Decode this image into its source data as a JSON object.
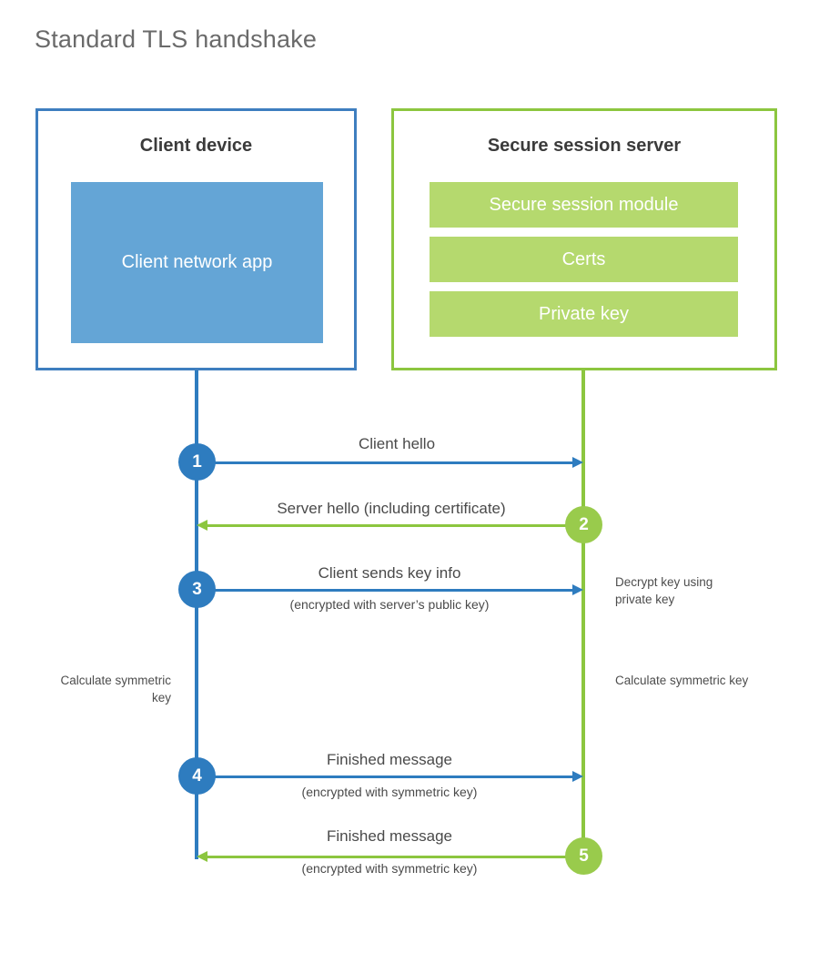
{
  "title": "Standard TLS handshake",
  "colors": {
    "client_border": "#3E7EBF",
    "client_fill": "#64A5D6",
    "server_border": "#8CC63F",
    "server_fill": "#B5D96E",
    "client_accent": "#2E7CBF",
    "server_accent": "#99CB4C",
    "text": "#4a4a4a",
    "title_text": "#6a6a6a"
  },
  "client": {
    "title": "Client device",
    "app_label": "Client network app"
  },
  "server": {
    "title": "Secure session server",
    "modules": [
      {
        "label": "Secure session module"
      },
      {
        "label": "Certs"
      },
      {
        "label": "Private key"
      }
    ]
  },
  "steps": [
    {
      "number": "1",
      "label": "Client hello",
      "sublabel": "",
      "direction": "client-to-server",
      "color": "blue"
    },
    {
      "number": "2",
      "label": "Server hello (including certificate)",
      "sublabel": "",
      "direction": "server-to-client",
      "color": "green"
    },
    {
      "number": "3",
      "label": "Client sends key info",
      "sublabel": "(encrypted with server’s public key)",
      "direction": "client-to-server",
      "color": "blue"
    },
    {
      "number": "4",
      "label": "Finished message",
      "sublabel": "(encrypted with symmetric key)",
      "direction": "client-to-server",
      "color": "blue"
    },
    {
      "number": "5",
      "label": "Finished message",
      "sublabel": "(encrypted with symmetric key)",
      "direction": "server-to-client",
      "color": "green"
    }
  ],
  "annotations": {
    "server_decrypt": "Decrypt key using private key",
    "client_calculate": "Calculate symmetric key",
    "server_calculate": "Calculate symmetric key"
  }
}
